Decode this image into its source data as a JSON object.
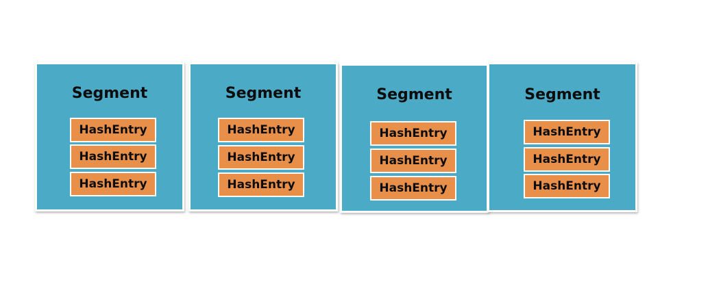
{
  "colors": {
    "segment_fill": "#4baac6",
    "entry_fill": "#e8904a",
    "border": "#ffffff",
    "text": "#0d0d0d"
  },
  "segments": [
    {
      "title": "Segment",
      "entries": [
        "HashEntry",
        "HashEntry",
        "HashEntry"
      ]
    },
    {
      "title": "Segment",
      "entries": [
        "HashEntry",
        "HashEntry",
        "HashEntry"
      ]
    },
    {
      "title": "Segment",
      "entries": [
        "HashEntry",
        "HashEntry",
        "HashEntry"
      ]
    },
    {
      "title": "Segment",
      "entries": [
        "HashEntry",
        "HashEntry",
        "HashEntry"
      ]
    }
  ]
}
